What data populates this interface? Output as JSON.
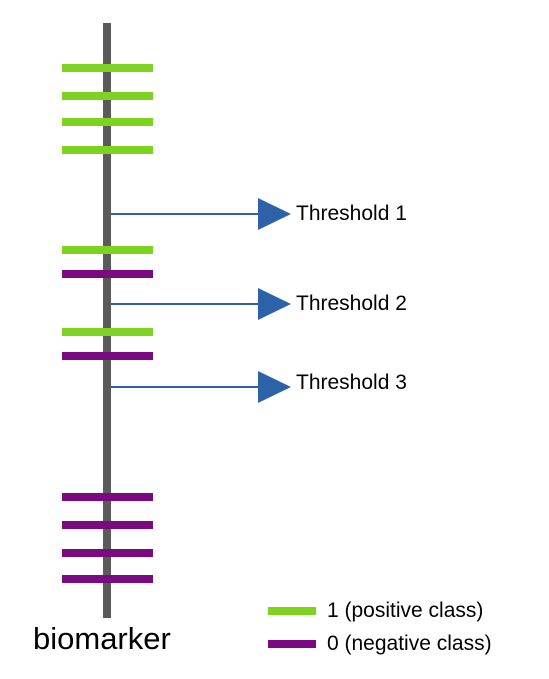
{
  "axis": {
    "label": "biomarker",
    "line_color": "#5a5a5a"
  },
  "colors": {
    "positive": "#7ed321",
    "negative": "#7b0a82",
    "threshold": "#2e62a8"
  },
  "markers": [
    {
      "class": 1
    },
    {
      "class": 1
    },
    {
      "class": 1
    },
    {
      "class": 1
    },
    {
      "class": 1
    },
    {
      "class": 0
    },
    {
      "class": 1
    },
    {
      "class": 0
    },
    {
      "class": 0
    },
    {
      "class": 0
    },
    {
      "class": 0
    },
    {
      "class": 0
    }
  ],
  "thresholds": [
    {
      "label": "Threshold 1"
    },
    {
      "label": "Threshold 2"
    },
    {
      "label": "Threshold 3"
    }
  ],
  "legend": {
    "positive_label": "1 (positive class)",
    "negative_label": "0 (negative class)"
  }
}
